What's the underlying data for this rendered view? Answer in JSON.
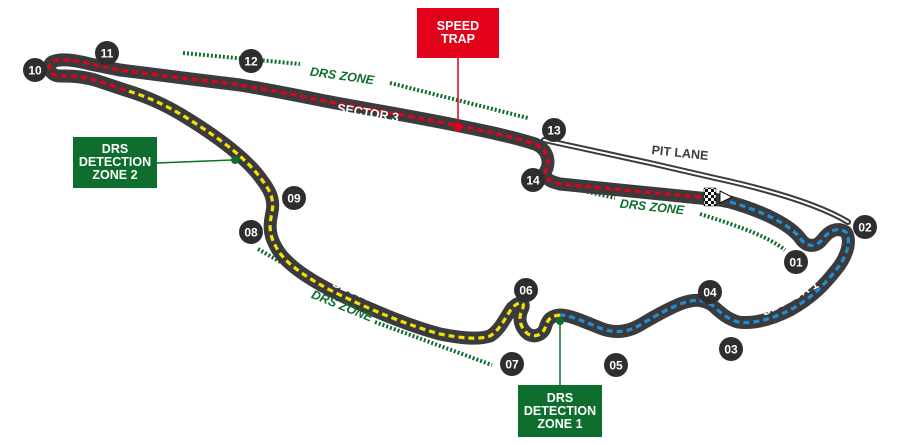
{
  "colors": {
    "track": "#3b3b3d",
    "sector1": "#1e8fd5",
    "sector2": "#f5e200",
    "sector3": "#e2001a",
    "drs": "#0e6e2d",
    "marker": "#2e2e30",
    "pit_lane": "#3b3b3d"
  },
  "corners": [
    {
      "id": "c01",
      "label": "01"
    },
    {
      "id": "c02",
      "label": "02"
    },
    {
      "id": "c03",
      "label": "03"
    },
    {
      "id": "c04",
      "label": "04"
    },
    {
      "id": "c05",
      "label": "05"
    },
    {
      "id": "c06",
      "label": "06"
    },
    {
      "id": "c07",
      "label": "07"
    },
    {
      "id": "c08",
      "label": "08"
    },
    {
      "id": "c09",
      "label": "09"
    },
    {
      "id": "c10",
      "label": "10"
    },
    {
      "id": "c11",
      "label": "11"
    },
    {
      "id": "c12",
      "label": "12"
    },
    {
      "id": "c13",
      "label": "13"
    },
    {
      "id": "c14",
      "label": "14"
    }
  ],
  "labels": {
    "sector1": "SECTOR 1",
    "sector2": "SECTOR 2",
    "sector3": "SECTOR 3",
    "pit_lane": "PIT LANE",
    "drs_zone_top": "DRS ZONE",
    "drs_zone_right": "DRS ZONE",
    "drs_zone_left": "DRS ZONE"
  },
  "callouts": {
    "speed_trap": [
      "SPEED",
      "TRAP"
    ],
    "drs_detection_2": [
      "DRS",
      "DETECTION",
      "ZONE 2"
    ],
    "drs_detection_1": [
      "DRS",
      "DETECTION",
      "ZONE 1"
    ]
  },
  "icons": {
    "finish": "chequered-flag-icon",
    "direction": "direction-arrow-icon"
  }
}
